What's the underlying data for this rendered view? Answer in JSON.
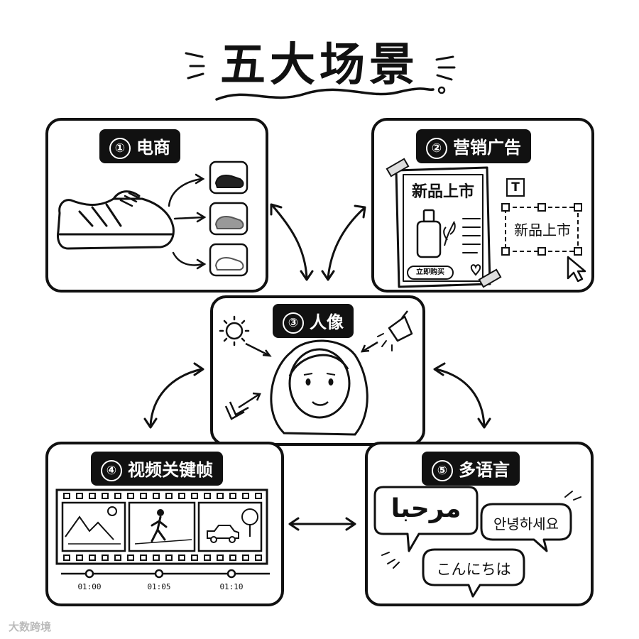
{
  "title": "五大场景",
  "panels": [
    {
      "num": "①",
      "label": "电商"
    },
    {
      "num": "②",
      "label": "营销广告"
    },
    {
      "num": "③",
      "label": "人像"
    },
    {
      "num": "④",
      "label": "视频关键帧"
    },
    {
      "num": "⑤",
      "label": "多语言"
    }
  ],
  "marketing": {
    "poster_title": "新品上市",
    "buy_button": "立即购买",
    "text_tool_icon": "T",
    "selected_text": "新品上市"
  },
  "video": {
    "timestamps": [
      "01:00",
      "01:05",
      "01:10"
    ]
  },
  "languages": {
    "arabic": "مرحبا",
    "korean": "안녕하세요",
    "japanese": "こんにちは"
  },
  "watermark": "大数跨境"
}
